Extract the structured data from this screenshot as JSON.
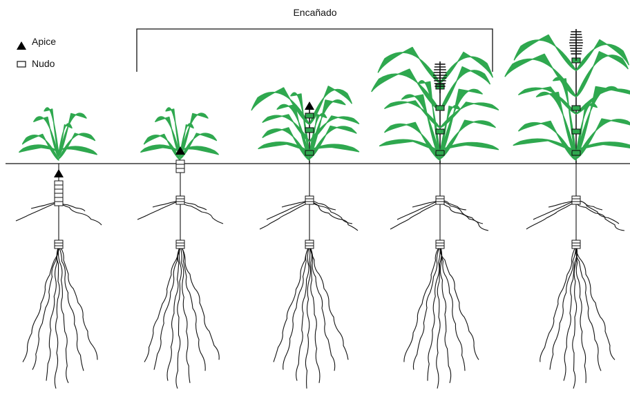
{
  "bracket": {
    "label": "Encañado"
  },
  "legend": {
    "items": [
      {
        "symbol": "triangle-icon",
        "label": "Apice"
      },
      {
        "symbol": "rectangle-icon",
        "label": "Nudo"
      }
    ]
  },
  "colors": {
    "leaf": "#2fa84f",
    "line": "#111111",
    "apex": "#000000",
    "node_fill": "#ffffff"
  }
}
